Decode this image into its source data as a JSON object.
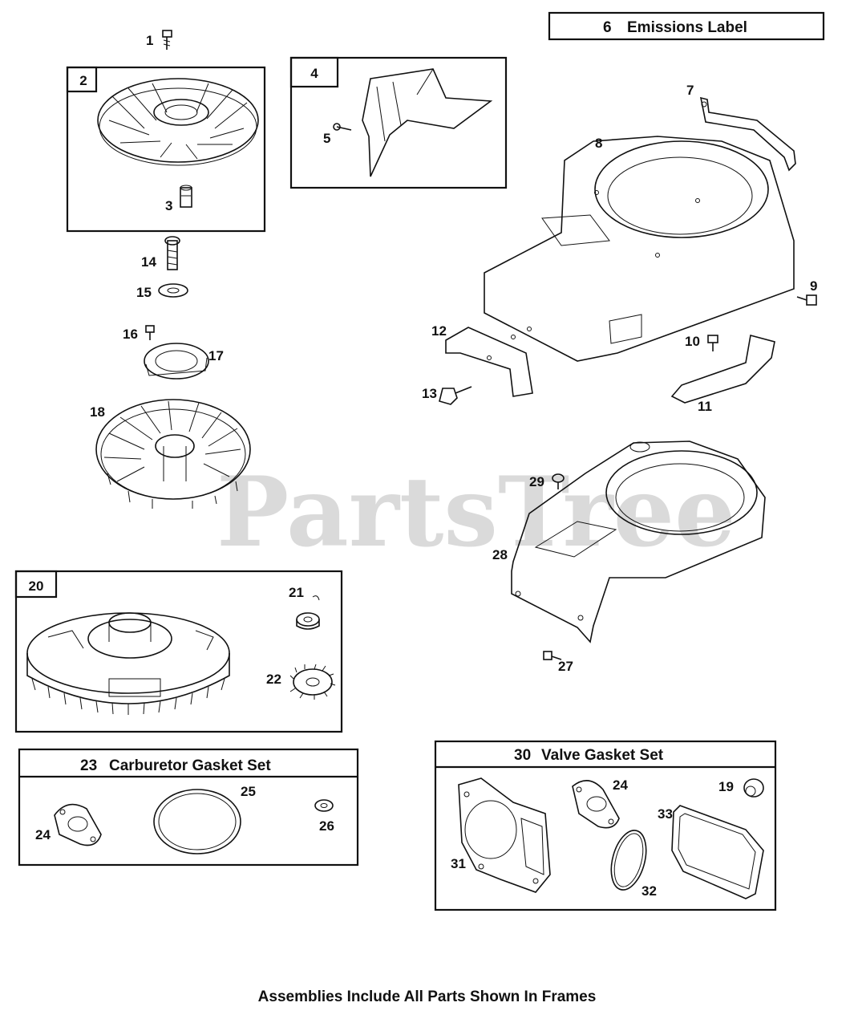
{
  "watermark": "PartsTree",
  "footer": "Assemblies Include All Parts Shown In Frames",
  "emissions_label": {
    "num": "6",
    "title": "Emissions Label"
  },
  "carb_set": {
    "num": "23",
    "title": "Carburetor Gasket Set"
  },
  "valve_set": {
    "num": "30",
    "title": "Valve Gasket Set"
  },
  "frames": {
    "f2": "2",
    "f4": "4",
    "f20": "20"
  },
  "labels": {
    "p1": "1",
    "p3": "3",
    "p5": "5",
    "p7": "7",
    "p8": "8",
    "p9": "9",
    "p10": "10",
    "p11": "11",
    "p12": "12",
    "p13": "13",
    "p14": "14",
    "p15": "15",
    "p16": "16",
    "p17": "17",
    "p18": "18",
    "p19": "19",
    "p21": "21",
    "p22": "22",
    "p24a": "24",
    "p24b": "24",
    "p25": "25",
    "p26": "26",
    "p27": "27",
    "p28": "28",
    "p29": "29",
    "p31": "31",
    "p32": "32",
    "p33": "33"
  }
}
